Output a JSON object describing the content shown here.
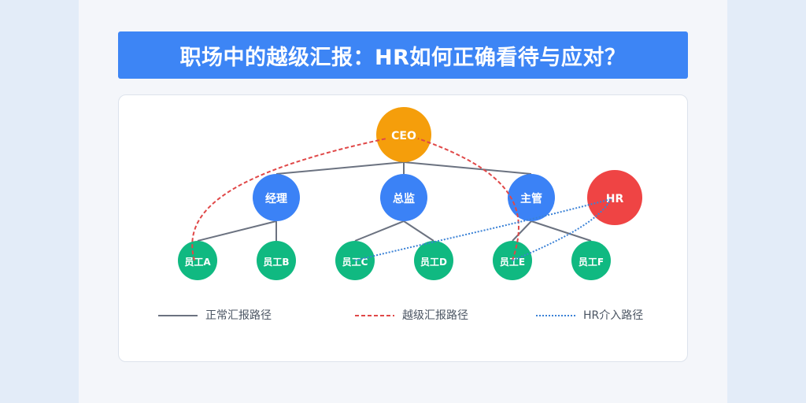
{
  "title": "职场中的越级汇报：HR如何正确看待与应对？",
  "nodes": {
    "ceo": {
      "label": "CEO",
      "color": "#f59e0b"
    },
    "manager": {
      "label": "经理",
      "color": "#3b82f6"
    },
    "director": {
      "label": "总监",
      "color": "#3b82f6"
    },
    "supervisor": {
      "label": "主管",
      "color": "#3b82f6"
    },
    "hr": {
      "label": "HR",
      "color": "#ef4444"
    },
    "emp_a": {
      "label": "员工A",
      "color": "#10b981"
    },
    "emp_b": {
      "label": "员工B",
      "color": "#10b981"
    },
    "emp_c": {
      "label": "员工C",
      "color": "#10b981"
    },
    "emp_d": {
      "label": "员工D",
      "color": "#10b981"
    },
    "emp_e": {
      "label": "员工E",
      "color": "#10b981"
    },
    "emp_f": {
      "label": "员工F",
      "color": "#10b981"
    }
  },
  "legend": {
    "normal": {
      "label": "正常汇报路径",
      "color": "#6b7280"
    },
    "skip": {
      "label": "越级汇报路径",
      "color": "#e04848"
    },
    "hr": {
      "label": "HR介入路径",
      "color": "#3b82d6"
    }
  }
}
